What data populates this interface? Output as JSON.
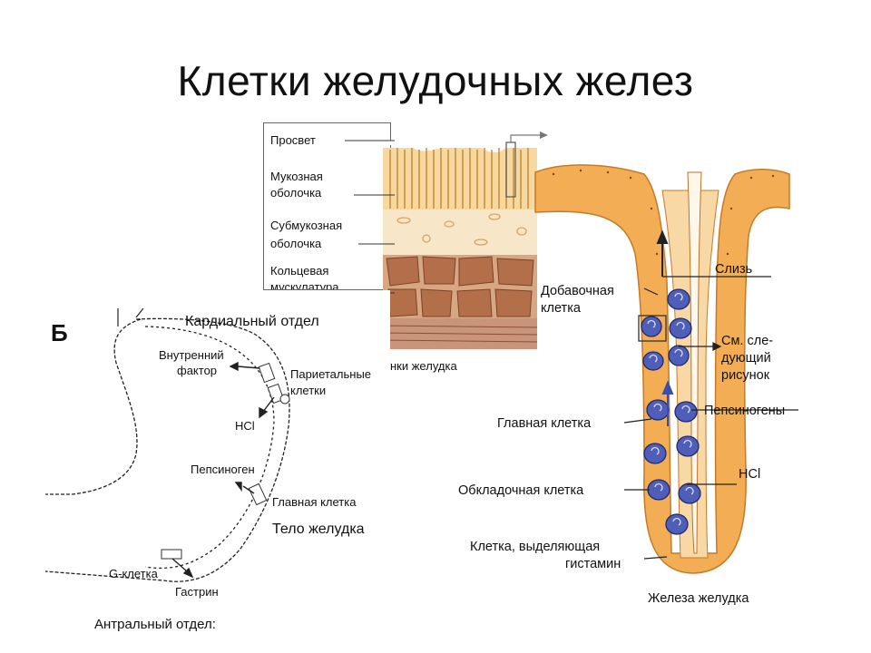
{
  "title": "Клетки желудочных желез",
  "section_label": "Б",
  "wall_section": {
    "lumen": "Просвет",
    "mucosa_1": "Мукозная",
    "mucosa_2": "оболочка",
    "submucosa_1": "Субмукозная",
    "submucosa_2": "оболочка",
    "muscular_1": "Кольцевая",
    "muscular_2": "мускулатура",
    "caption": "нки желудка"
  },
  "stomach": {
    "cardiac": "Кардиальный отдел",
    "intrinsic_1": "Внутренний",
    "intrinsic_2": "фактор",
    "parietal_1": "Париетальные",
    "parietal_2": "клетки",
    "hcl": "HCl",
    "pepsinogen": "Пепсиноген",
    "chief_cell": "Главная клетка",
    "body": "Тело желудка",
    "g_cell": "G-клетка",
    "gastrin": "Гастрин",
    "antral": "Антральный отдел:"
  },
  "gland": {
    "mucus": "Слизь",
    "accessory_1": "Добавочная",
    "accessory_2": "клетка",
    "see_next_1": "См. сле-",
    "see_next_2": "дующий",
    "see_next_3": "рисунок",
    "pepsinogens": "Пепсиногены",
    "chief": "Главная клетка",
    "parietal": "Обкладочная клетка",
    "hcl": "HCl",
    "histamine_1": "Клетка, выделяющая",
    "histamine_2": "гистамин",
    "caption": "Железа желудка"
  },
  "colors": {
    "tissue_orange": "#f0a64a",
    "tissue_light": "#f8d9a6",
    "cell_blue": "#4f5fb8",
    "muscle_brown": "#b26f4a"
  }
}
